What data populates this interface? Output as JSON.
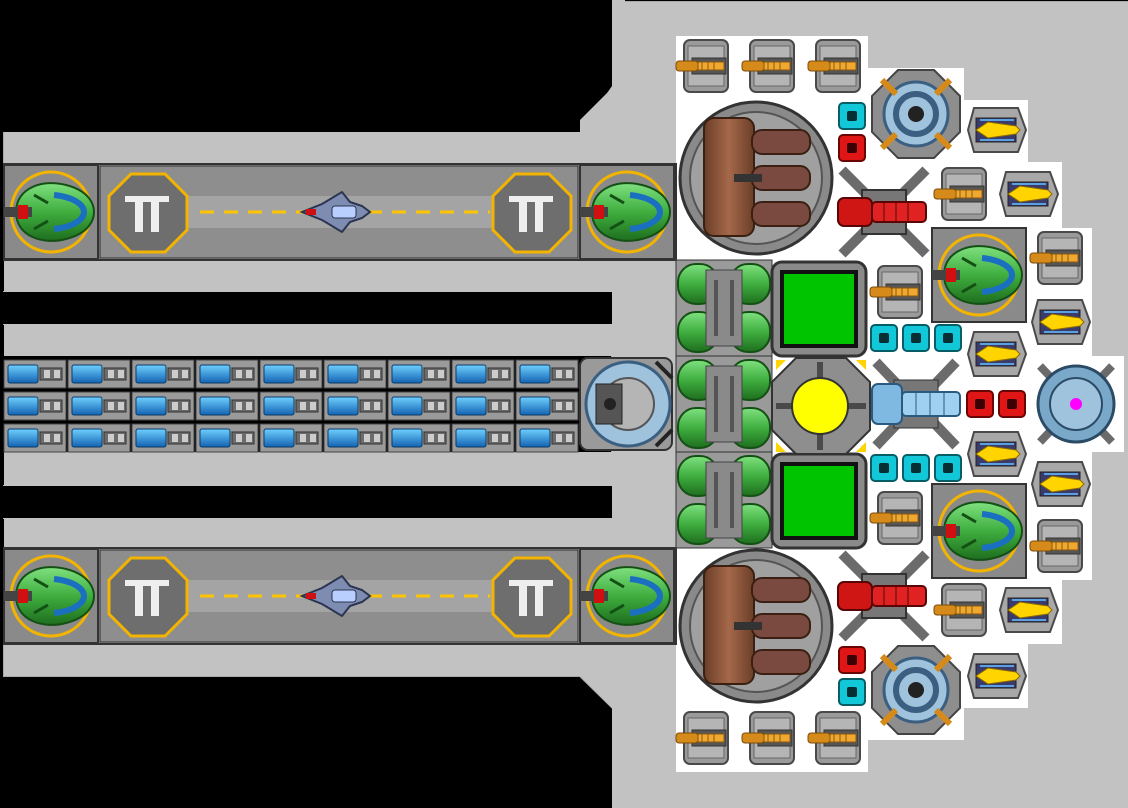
{
  "screen": {
    "title": "",
    "colors": {
      "background": "#000000",
      "hull": "#c2c2c2",
      "hull_edge": "#a8a8a8",
      "panel": "#ffffff",
      "runway": "#8e8e8e",
      "runway_stripe": "#ffc400",
      "pad_ring": "#f2b400",
      "thruster_green": "#3fae3f",
      "reactor_yellow": "#ffff00",
      "screen_green": "#00c400",
      "cell_cyan": "#12c7d8",
      "cell_red": "#e01515",
      "crew_pink": "#ff00ff",
      "fuel_blue": "#1b7fd0",
      "gun_orange": "#d58a1a",
      "missile_yellow": "#ffd400"
    }
  },
  "landing_strips": [
    {
      "id": "upper",
      "marker_left": "TI",
      "marker_right": "TI"
    },
    {
      "id": "lower",
      "marker_left": "TI",
      "marker_right": "TI"
    }
  ],
  "fuel_tanks": {
    "rows": 3,
    "cols": 9
  },
  "modules": {
    "small_turret_icon": "autocannon-icon",
    "missile_icon": "missile-launcher-icon",
    "reactor_icon": "reactor-core-icon",
    "engine_icon": "engine-icon",
    "hangar_icon": "fighter-hangar-icon",
    "shield_icon": "shield-generator-icon",
    "crew_icon": "crew-quarters-icon",
    "cargo_icon": "cargo-bay-icon"
  }
}
